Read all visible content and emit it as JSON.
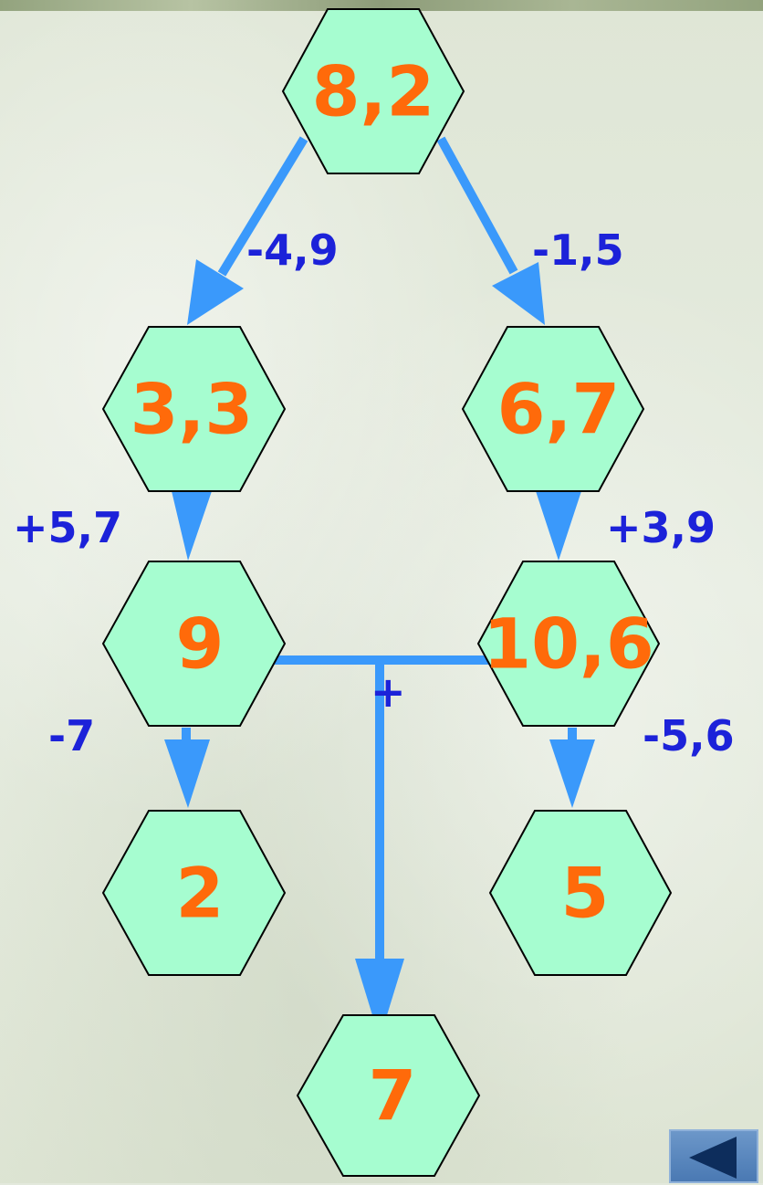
{
  "nodes": {
    "top": "8,2",
    "left1": "3,3",
    "right1": "6,7",
    "left2": "9",
    "right2": "10,6",
    "left3": "2",
    "right3": "5",
    "result": "7"
  },
  "operations": {
    "top_to_left": "-4,9",
    "top_to_right": "-1,5",
    "left1_to_left2": "+5,7",
    "right1_to_right2": "+3,9",
    "left2_to_left3": "-7",
    "right2_to_right3": "-5,6",
    "sum": "+"
  },
  "colors": {
    "hex_fill": "#a6fdd0",
    "value_text": "#ff6a0a",
    "operation_text": "#1c22d9",
    "arrow": "#3a99fb",
    "nav_button": "#4a79b3"
  },
  "nav": {
    "icon": "back-arrow-icon"
  }
}
